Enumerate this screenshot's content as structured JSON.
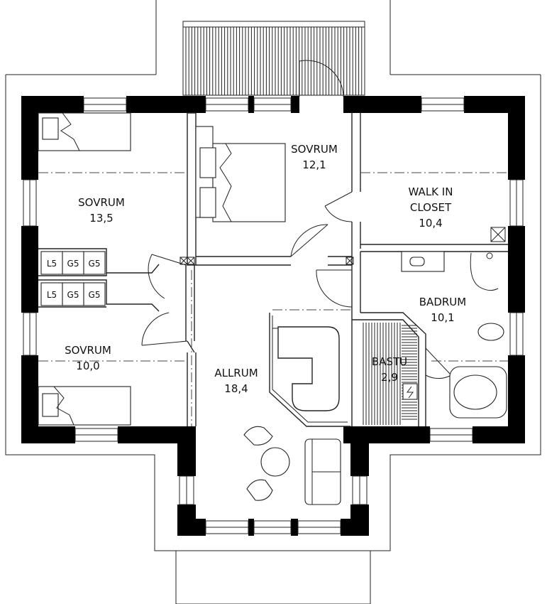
{
  "rooms": [
    {
      "id": "sovrum-1",
      "name": "SOVRUM",
      "area": "12,1"
    },
    {
      "id": "walk-in-closet",
      "name": "WALK IN",
      "name2": "CLOSET",
      "area": "10,4"
    },
    {
      "id": "sovrum-2",
      "name": "SOVRUM",
      "area": "13,5"
    },
    {
      "id": "badrum",
      "name": "BADRUM",
      "area": "10,1"
    },
    {
      "id": "sovrum-3",
      "name": "SOVRUM",
      "area": "10,0"
    },
    {
      "id": "bastu",
      "name": "BASTU",
      "area": "2,9"
    },
    {
      "id": "allrum",
      "name": "ALLRUM",
      "area": "18,4"
    }
  ],
  "storage_upper": [
    "L5",
    "G5",
    "G5"
  ],
  "storage_lower": [
    "L5",
    "G5",
    "G5"
  ]
}
